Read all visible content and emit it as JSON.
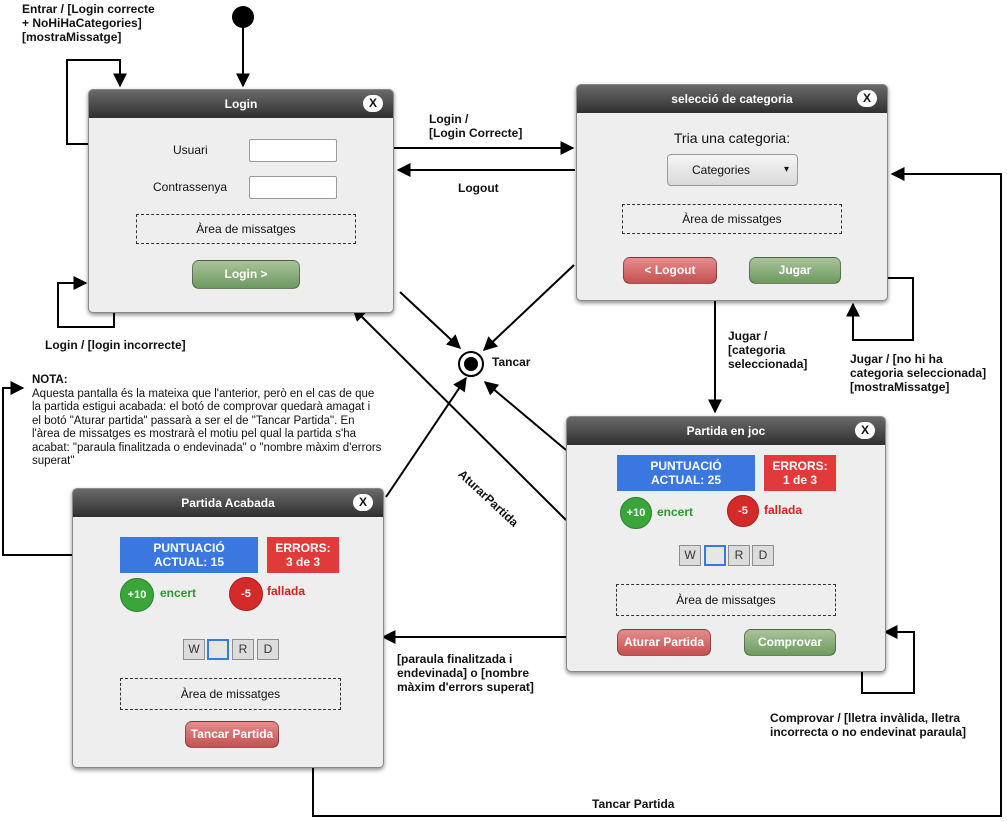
{
  "labels": {
    "entrar": "Entrar /  [Login correcte\n+ NoHiHaCategories]\n[mostraMissatge]",
    "login_correcte": "Login /\n[Login Correcte]",
    "logout": "Logout",
    "login_incorrecte": "Login / [login incorrecte]",
    "tancar": "Tancar",
    "jugar_categoria": "Jugar /\n[categoria\nseleccionada]",
    "jugar_no_categoria": "Jugar / [no hi ha\ncategoria seleccionada]\n[mostraMissatge]",
    "aturar_partida": "AturarPartida",
    "paraula_finalitzada": "[paraula finalitzada i\nendevinada] o [nombre\nmàxim d'errors superat]",
    "comprovar": "Comprovar / [lletra invàlida, lletra\nincorrecta o no endevinat paraula]",
    "tancar_partida": "Tancar Partida"
  },
  "note": {
    "title": "NOTA:",
    "text": "Aquesta pantalla és la mateixa que l'anterior, però en el cas de que la partida estigui acabada: el botó de comprovar quedarà amagat i el botó \"Aturar partida\" passarà a ser el de \"Tancar Partida\". En l'àrea de missatges es mostrarà el motiu pel qual la partida s'ha acabat: \"paraula finalitzada o endevinada\" o \"nombre màxim d'errors superat\""
  },
  "windows": {
    "login": {
      "title": "Login",
      "close": "X",
      "user_label": "Usuari",
      "password_label": "Contrassenya",
      "messages": "Àrea de missatges",
      "login_button": "Login >"
    },
    "category": {
      "title": "selecció de categoria",
      "close": "X",
      "prompt": "Tria una categoria:",
      "combo_value": "Categories",
      "combo_arrow": "▾",
      "messages": "Àrea de missatges",
      "logout_button": "< Logout",
      "play_button": "Jugar"
    },
    "game": {
      "title": "Partida en joc",
      "close": "X",
      "score_line1": "PUNTUACIÓ",
      "score_line2": "ACTUAL: 25",
      "errors_line1": "ERRORS:",
      "errors_line2": "1 de 3",
      "plus": "+10",
      "plus_text": "encert",
      "minus": "-5",
      "minus_text": "fallada",
      "letters": [
        "W",
        "",
        "R",
        "D"
      ],
      "messages": "Àrea de missatges",
      "stop_button": "Aturar Partida",
      "check_button": "Comprovar"
    },
    "finished": {
      "title": "Partida Acabada",
      "close": "X",
      "score_line1": "PUNTUACIÓ",
      "score_line2": "ACTUAL: 15",
      "errors_line1": "ERRORS:",
      "errors_line2": "3 de 3",
      "plus": "+10",
      "plus_text": "encert",
      "minus": "-5",
      "minus_text": "fallada",
      "letters": [
        "W",
        "",
        "R",
        "D"
      ],
      "messages": "Àrea de missatges",
      "close_button": "Tancar Partida"
    }
  },
  "colors": {
    "score_blue": "#3a78e0",
    "errors_red": "#e03a3a",
    "ok_green": "#3aa63a",
    "ko_red": "#d42a2a",
    "titlebar": "#3a3a3a"
  }
}
